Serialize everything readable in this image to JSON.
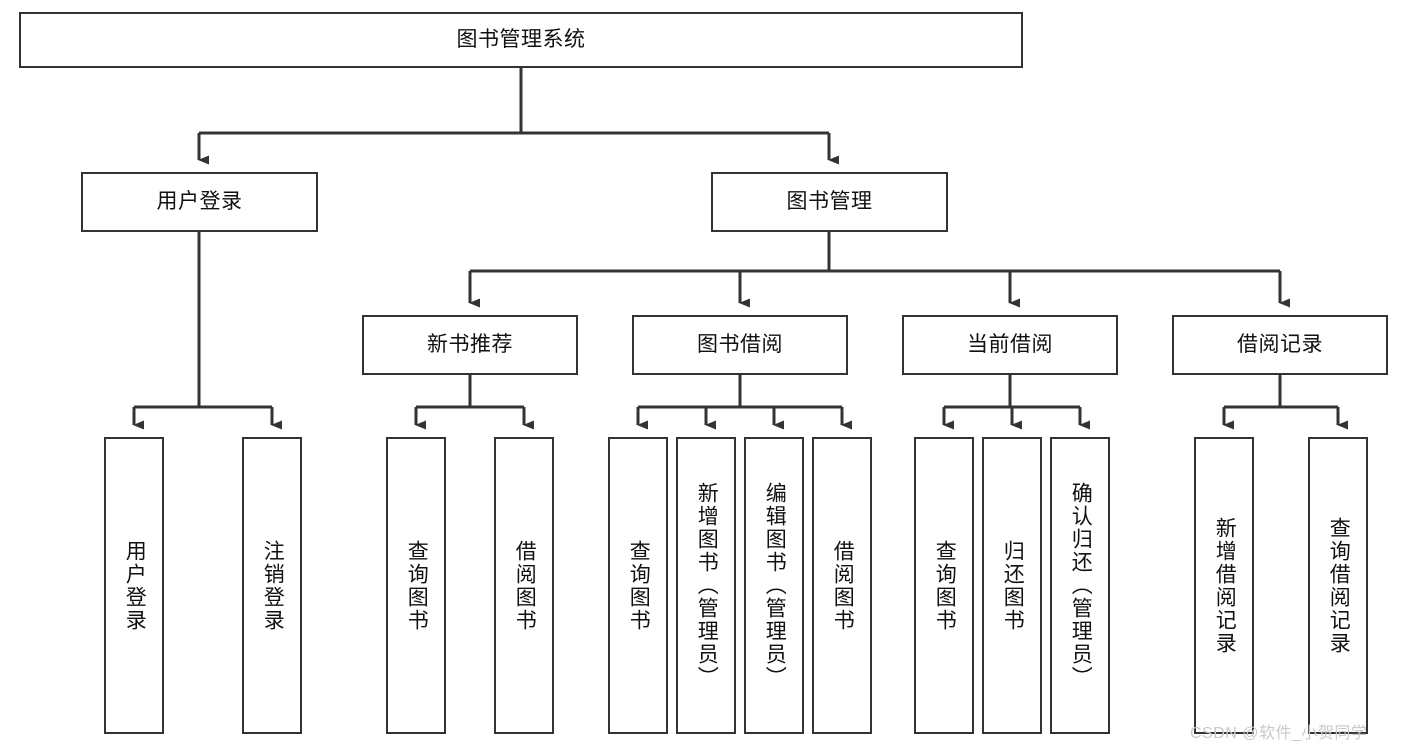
{
  "diagram": {
    "title": "图书管理系统",
    "type": "tree-hierarchy",
    "orientation": "top-down",
    "watermark": "CSDN @软件_小贺同学",
    "colors": {
      "node_border": "#333333",
      "node_fill": "#ffffff",
      "edge": "#333333",
      "text": "#111111",
      "watermark": "#c9c9c9",
      "background": "#ffffff"
    },
    "nodes": {
      "root": {
        "label": "图书管理系统",
        "level": 1,
        "text_orientation": "horizontal"
      },
      "l2": [
        {
          "id": "user-login",
          "label": "用户登录",
          "level": 2,
          "text_orientation": "horizontal"
        },
        {
          "id": "book-manage",
          "label": "图书管理",
          "level": 2,
          "text_orientation": "horizontal"
        }
      ],
      "l3": [
        {
          "id": "new-book-recommend",
          "label": "新书推荐",
          "level": 3,
          "text_orientation": "horizontal"
        },
        {
          "id": "book-borrow",
          "label": "图书借阅",
          "level": 3,
          "text_orientation": "horizontal"
        },
        {
          "id": "current-borrow",
          "label": "当前借阅",
          "level": 3,
          "text_orientation": "horizontal"
        },
        {
          "id": "borrow-record",
          "label": "借阅记录",
          "level": 3,
          "text_orientation": "horizontal"
        }
      ],
      "leaves": [
        {
          "id": "leaf-user-login",
          "label": "用户登录",
          "parent": "user-login",
          "text_orientation": "vertical"
        },
        {
          "id": "leaf-user-logout",
          "label": "注销登录",
          "parent": "user-login",
          "text_orientation": "vertical"
        },
        {
          "id": "leaf-query-book-1",
          "label": "查询图书",
          "parent": "new-book-recommend",
          "text_orientation": "vertical"
        },
        {
          "id": "leaf-borrow-book-1",
          "label": "借阅图书",
          "parent": "new-book-recommend",
          "text_orientation": "vertical"
        },
        {
          "id": "leaf-query-book-2",
          "label": "查询图书",
          "parent": "book-borrow",
          "text_orientation": "vertical"
        },
        {
          "id": "leaf-add-book",
          "label": "新增图书（管理员）",
          "parent": "book-borrow",
          "text_orientation": "vertical"
        },
        {
          "id": "leaf-edit-book",
          "label": "编辑图书（管理员）",
          "parent": "book-borrow",
          "text_orientation": "vertical"
        },
        {
          "id": "leaf-borrow-book-2",
          "label": "借阅图书",
          "parent": "book-borrow",
          "text_orientation": "vertical"
        },
        {
          "id": "leaf-query-book-3",
          "label": "查询图书",
          "parent": "current-borrow",
          "text_orientation": "vertical"
        },
        {
          "id": "leaf-return-book",
          "label": "归还图书",
          "parent": "current-borrow",
          "text_orientation": "vertical"
        },
        {
          "id": "leaf-confirm-return",
          "label": "确认归还（管理员）",
          "parent": "current-borrow",
          "text_orientation": "vertical"
        },
        {
          "id": "leaf-add-record",
          "label": "新增借阅记录",
          "parent": "borrow-record",
          "text_orientation": "vertical"
        },
        {
          "id": "leaf-query-record",
          "label": "查询借阅记录",
          "parent": "borrow-record",
          "text_orientation": "vertical"
        }
      ]
    }
  }
}
